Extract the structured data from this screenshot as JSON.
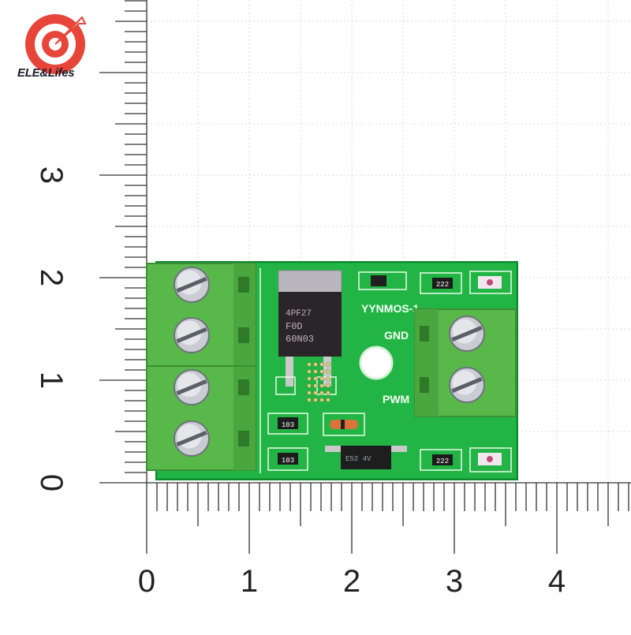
{
  "brand": {
    "logo_text": "ELE&Lifes",
    "accent_color": "#e8453a"
  },
  "ruler": {
    "x_labels": [
      "0",
      "1",
      "2",
      "3",
      "4"
    ],
    "y_labels": [
      "0",
      "1",
      "2",
      "3"
    ],
    "units_per_major": 1
  },
  "board": {
    "color": "#1fae3e",
    "silkscreen": {
      "model": "YYNMOS-1",
      "gnd": "GND",
      "pwm": "PWM",
      "mosfet_line1": "F0D",
      "mosfet_line2": "60N03",
      "mosfet_code": "4PF27",
      "resistor_a": "222",
      "resistor_b": "103",
      "resistor_c": "103",
      "resistor_d": "222",
      "optocoupler": "E52 4V"
    },
    "terminal_color": "#5fbf4f"
  }
}
